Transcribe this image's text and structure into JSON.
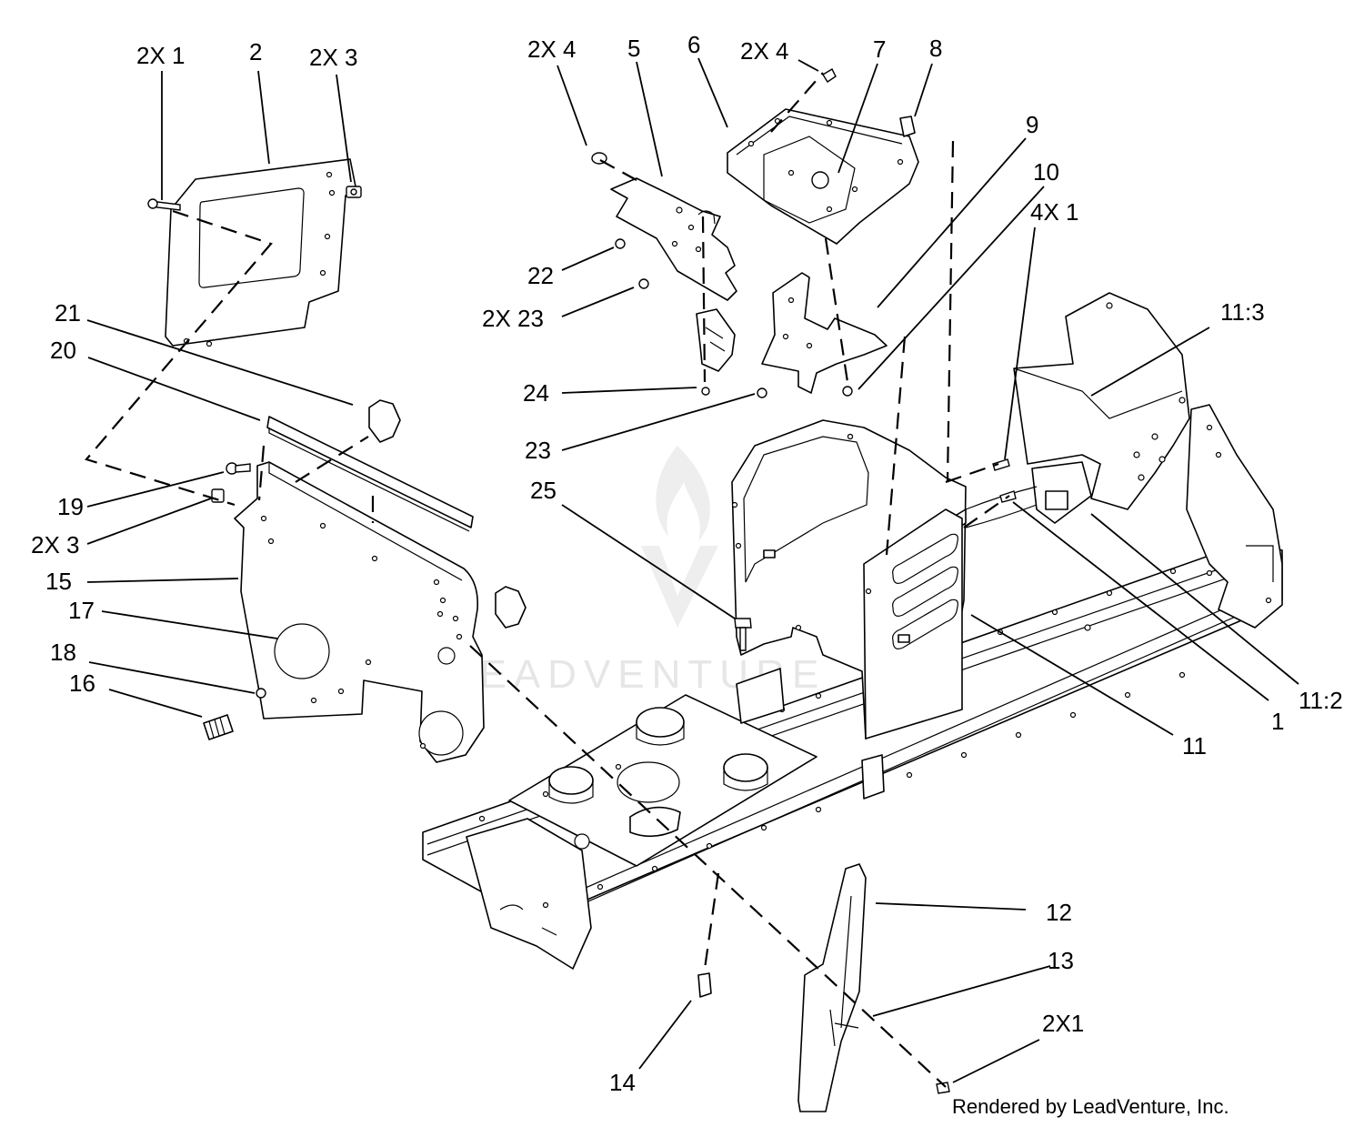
{
  "callouts": [
    {
      "label": "2X 1"
    },
    {
      "label": "2"
    },
    {
      "label": "2X 3"
    },
    {
      "label": "21"
    },
    {
      "label": "20"
    },
    {
      "label": "19"
    },
    {
      "label": "2X 3"
    },
    {
      "label": "15"
    },
    {
      "label": "17"
    },
    {
      "label": "18"
    },
    {
      "label": "16"
    },
    {
      "label": "2X 4"
    },
    {
      "label": "5"
    },
    {
      "label": "6"
    },
    {
      "label": "2X 4"
    },
    {
      "label": "7"
    },
    {
      "label": "8"
    },
    {
      "label": "9"
    },
    {
      "label": "10"
    },
    {
      "label": "4X 1"
    },
    {
      "label": "11:3"
    },
    {
      "label": "22"
    },
    {
      "label": "2X 23"
    },
    {
      "label": "24"
    },
    {
      "label": "23"
    },
    {
      "label": "25"
    },
    {
      "label": "11"
    },
    {
      "label": "1"
    },
    {
      "label": "11:2"
    },
    {
      "label": "12"
    },
    {
      "label": "13"
    },
    {
      "label": "2X1"
    },
    {
      "label": "14"
    }
  ],
  "credit": "Rendered by LeadVenture, Inc.",
  "watermark": "LEADVENTURE"
}
